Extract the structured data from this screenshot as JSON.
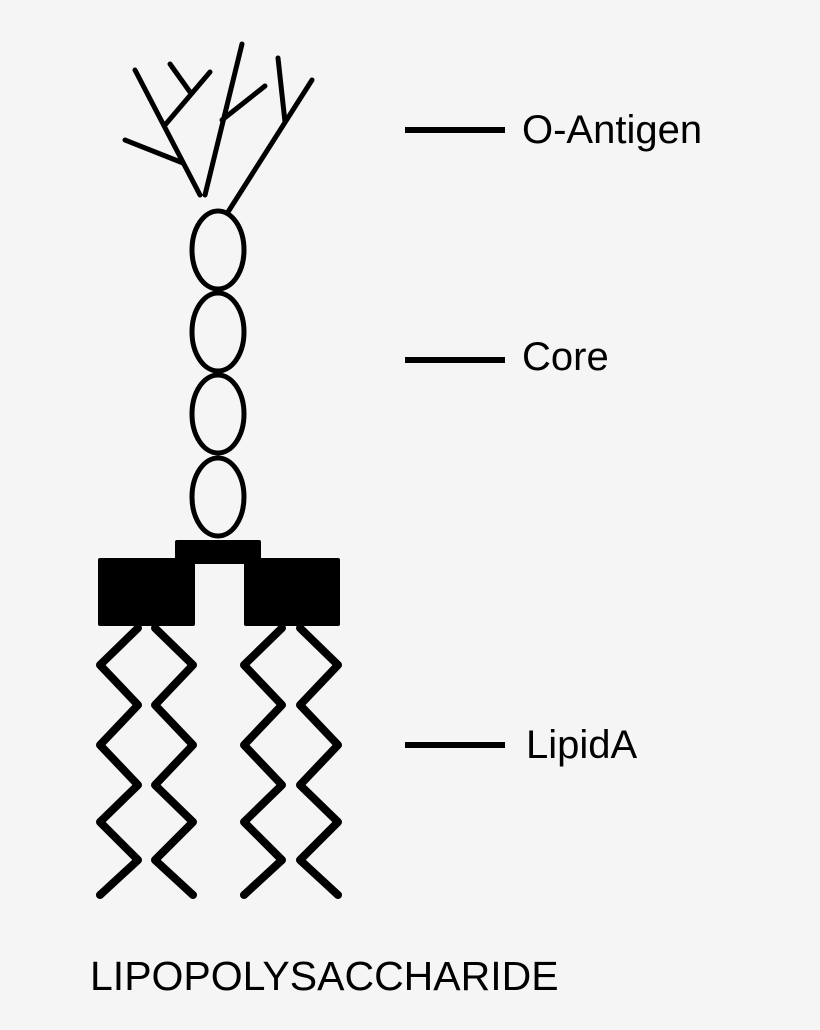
{
  "labels": {
    "o_antigen": "O-Antigen",
    "core": "Core",
    "lipid_a": "LipidA"
  },
  "caption": "LIPOPOLYSACCHARIDE",
  "colors": {
    "background": "#f5f5f5",
    "ink": "#000000"
  }
}
